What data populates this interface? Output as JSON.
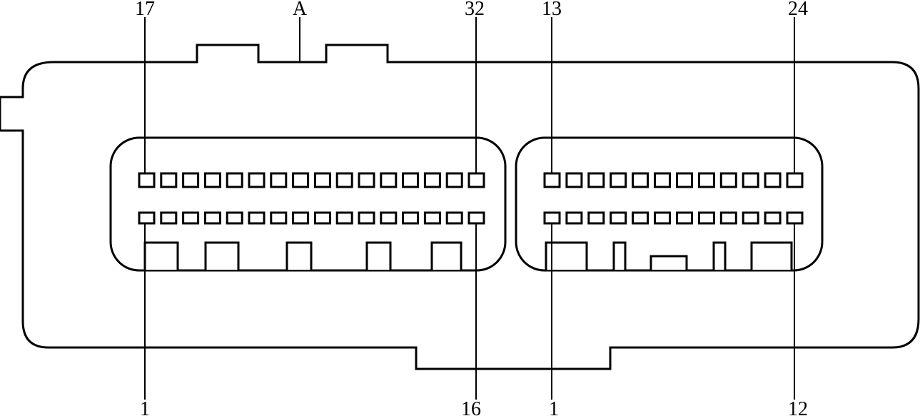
{
  "connector": {
    "name": "A",
    "left_block": {
      "top_row_start": "17",
      "top_row_end": "32",
      "bottom_row_start": "1",
      "bottom_row_end": "16"
    },
    "right_block": {
      "top_row_start": "13",
      "top_row_end": "24",
      "bottom_row_start": "1",
      "bottom_row_end": "12"
    }
  }
}
